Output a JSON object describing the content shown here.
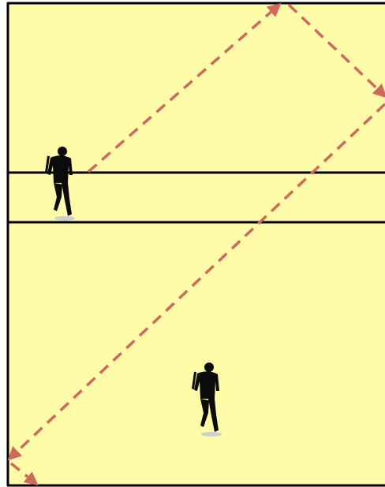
{
  "diagram": {
    "colors": {
      "field": "#fefba8",
      "boundary": "#000000",
      "path": "#cd6a5c",
      "runner": "#0b0b0b",
      "shadow": "#cfcfcf"
    },
    "runners": [
      {
        "name": "runner-upper",
        "icon": "running-person-icon"
      },
      {
        "name": "runner-lower",
        "icon": "running-person-icon"
      }
    ],
    "path_style": "dashed-arrows"
  }
}
